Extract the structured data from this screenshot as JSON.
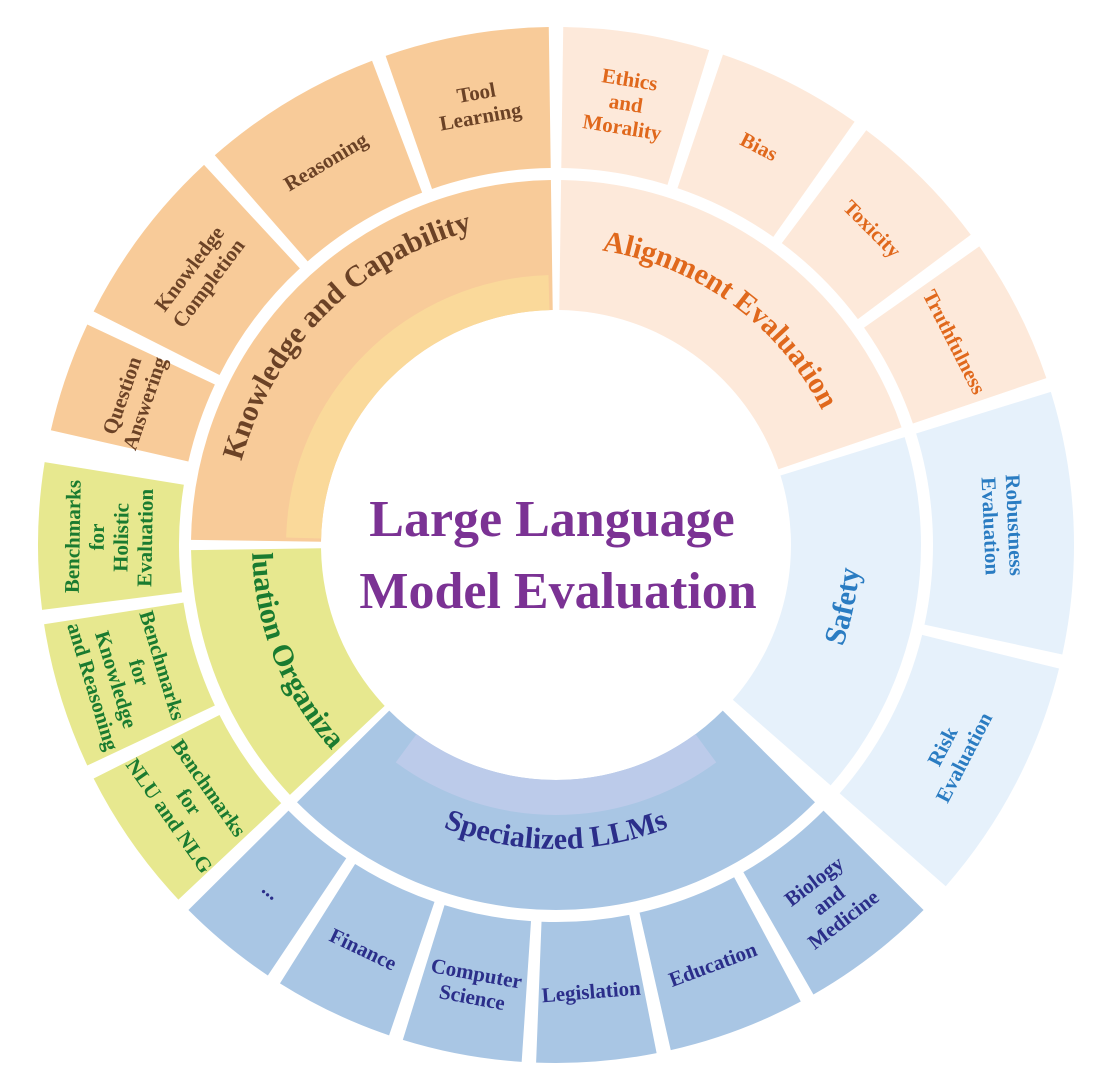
{
  "title_lines": [
    "Large Language",
    "Model Evaluation"
  ],
  "colors": {
    "title": "#7b3294",
    "kc_fill": "#f8cb99",
    "kc_light": "#fad99a",
    "kc_text": "#6b4226",
    "al_fill": "#fde9da",
    "al_text": "#e0681c",
    "sf_fill": "#e6f1fb",
    "sf_text": "#2a7cc2",
    "sp_fill": "#a9c6e4",
    "sp_light": "#bccbea",
    "sp_text": "#2b2e8a",
    "eo_fill": "#e7e88f",
    "eo_text": "#1a7b30"
  },
  "categories": [
    {
      "id": "knowledge",
      "label": "Knowledge and Capability",
      "children": [
        [
          "Question",
          "Answering"
        ],
        [
          "Knowledge",
          "Completion"
        ],
        [
          "Reasoning"
        ],
        [
          "Tool",
          "Learning"
        ]
      ]
    },
    {
      "id": "alignment",
      "label": "Alignment Evaluation",
      "children": [
        [
          "Ethics",
          "and",
          "Morality"
        ],
        [
          "Bias"
        ],
        [
          "Toxicity"
        ],
        [
          "Truthfulness"
        ]
      ]
    },
    {
      "id": "safety",
      "label": "Safety",
      "children": [
        [
          "Robustness",
          "Evaluation"
        ],
        [
          "Risk",
          "Evaluation"
        ]
      ]
    },
    {
      "id": "specialized",
      "label": "Specialized LLMs",
      "children": [
        [
          "Biology",
          "and",
          "Medicine"
        ],
        [
          "Education"
        ],
        [
          "Legislation"
        ],
        [
          "Computer",
          "Science"
        ],
        [
          "Finance"
        ],
        [
          "..."
        ]
      ]
    },
    {
      "id": "organization",
      "label": "Evaluation Organization",
      "children": [
        [
          "Benchmarks",
          "for",
          "NLU and NLG"
        ],
        [
          "Benchmarks",
          "for",
          "Knowledge",
          "and Reasoning"
        ],
        [
          "Benchmarks",
          "for",
          "Holistic",
          "Evaluation"
        ]
      ]
    }
  ]
}
